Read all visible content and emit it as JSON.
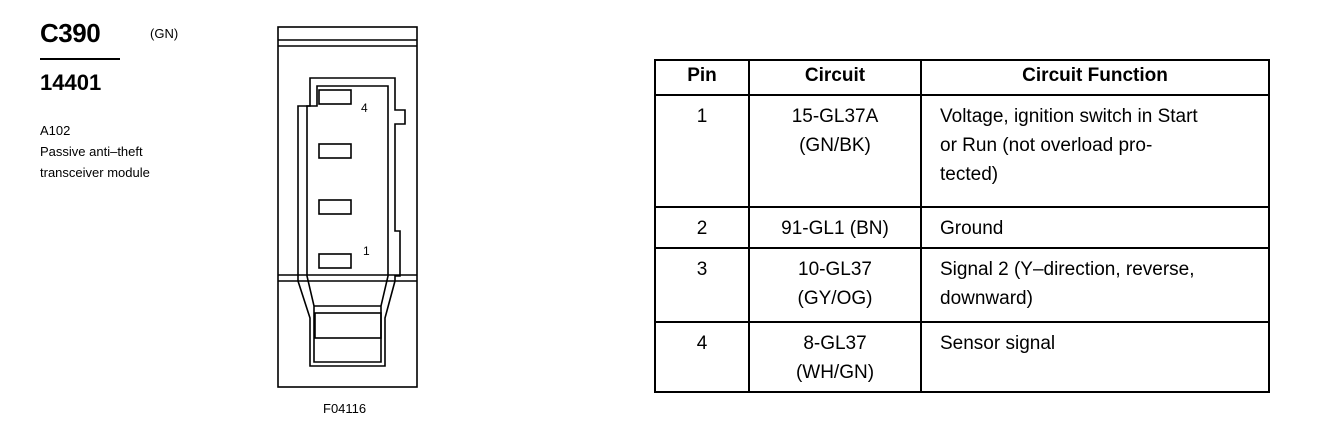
{
  "connector": {
    "id": "C390",
    "color": "(GN)",
    "part_number": "14401",
    "location": "A102",
    "description_line1": "Passive anti–theft",
    "description_line2": "transceiver module"
  },
  "diagram": {
    "pin_label_top": "4",
    "pin_label_bottom": "1",
    "figure_code": "F04116"
  },
  "table": {
    "headers": [
      "Pin",
      "Circuit",
      "Circuit Function"
    ],
    "rows": [
      {
        "pin": "1",
        "circuit_line1": "15-GL37A",
        "circuit_line2": "(GN/BK)",
        "function_line1": "Voltage, ignition switch in Start",
        "function_line2": "or Run (not overload pro-",
        "function_line3": "tected)"
      },
      {
        "pin": "2",
        "circuit_line1": "91-GL1 (BN)",
        "circuit_line2": "",
        "function_line1": "Ground",
        "function_line2": "",
        "function_line3": ""
      },
      {
        "pin": "3",
        "circuit_line1": "10-GL37",
        "circuit_line2": "(GY/OG)",
        "function_line1": "Signal 2 (Y–direction, reverse,",
        "function_line2": "downward)",
        "function_line3": ""
      },
      {
        "pin": "4",
        "circuit_line1": "8-GL37",
        "circuit_line2": "(WH/GN)",
        "function_line1": "Sensor signal",
        "function_line2": "",
        "function_line3": ""
      }
    ]
  }
}
